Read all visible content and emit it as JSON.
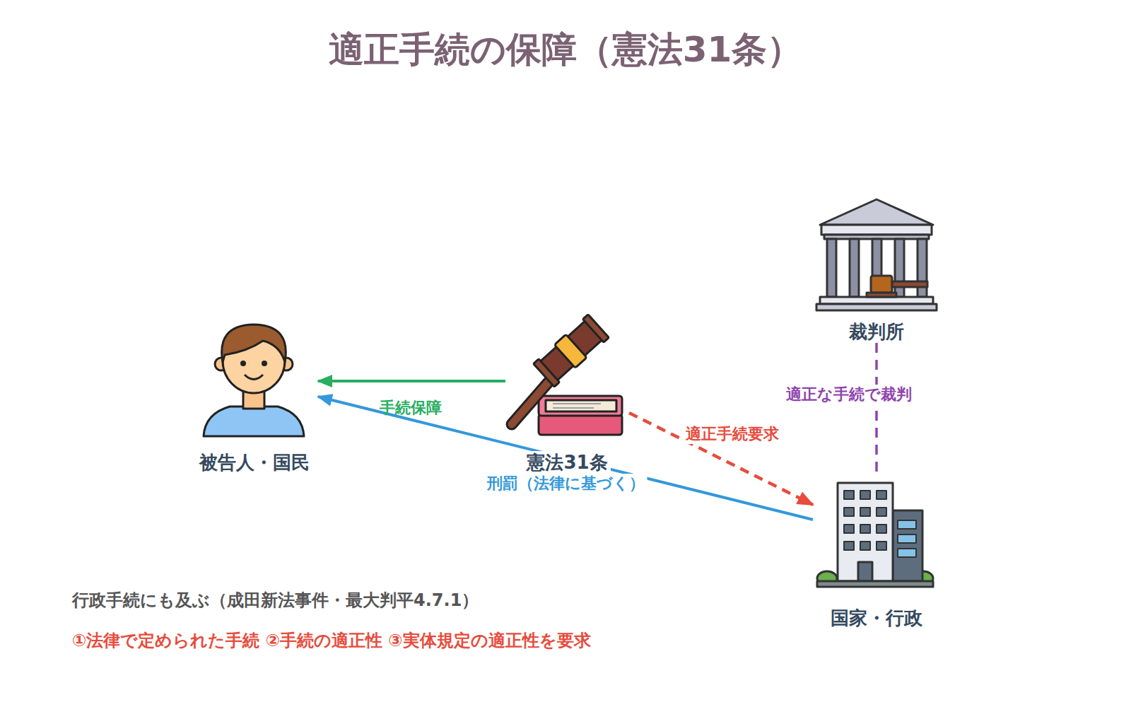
{
  "diagram": {
    "title": "適正手続の保障（憲法31条）",
    "nodes": [
      {
        "text": [
          "被告人・国民"
        ]
      },
      {
        "text": [
          "憲法31条"
        ]
      },
      {
        "text": [
          "裁判所"
        ]
      },
      {
        "text": [
          "国家・行政"
        ]
      }
    ],
    "edges": [
      {
        "from": 1,
        "to": 0,
        "label": "手続保障",
        "arrow": "to"
      },
      {
        "from": 3,
        "to": 0,
        "label": "刑罰（法律に基づく）",
        "arrow": "to"
      },
      {
        "from": 1,
        "to": 3,
        "label": "適正手続要求",
        "arrow": "to"
      },
      {
        "from": 2,
        "to": 3,
        "label": "適正な手続で裁判",
        "arrow": "none"
      }
    ],
    "labels": [
      "行政手続にも及ぶ（成田新法事件・最大判平4.7.1）",
      "①法律で定められた手続 ②手続の適正性 ③実体規定の適正性を要求"
    ]
  }
}
